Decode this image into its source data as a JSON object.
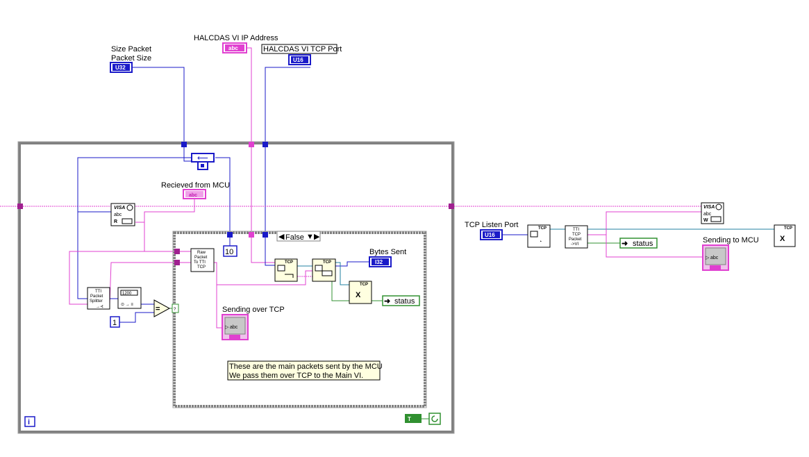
{
  "labels": {
    "size_packet": "Size Packet",
    "packet_size": "Packet Size",
    "halcdas_ip": "HALCDAS VI IP Address",
    "halcdas_port": "HALCDAS VI TCP Port",
    "recieved_from_mcu": "Recieved from MCU",
    "bytes_sent": "Bytes Sent",
    "sending_over_tcp": "Sending over TCP",
    "tcp_listen_port": "TCP Listen Port",
    "sending_to_mcu": "Sending to MCU",
    "status_inner": "status",
    "status_outer": "status"
  },
  "terminals": {
    "u32": "U32",
    "u16_port": "U16",
    "u16_listen": "U16",
    "abc": "abc",
    "i32": "I32"
  },
  "constants": {
    "ten": "10",
    "one": "1",
    "case_selector": "False",
    "loop_i": "i"
  },
  "comment": {
    "line1": "These are the main packets sent by the MCU",
    "line2": "We pass them over TCP to the Main VI."
  },
  "subvis": {
    "visa_read": {
      "top": "VISA",
      "mid": "abc",
      "bot": "R"
    },
    "visa_write": {
      "top": "VISA",
      "mid": "abc",
      "bot": "W"
    },
    "tti_splitter": {
      "l1": "TTI",
      "l2": "Packet",
      "l3": "Splitter"
    },
    "raw_packet": {
      "l1": "Raw",
      "l2": "Packet",
      "l3": "To TTI",
      "l4": "TCP"
    },
    "tti_tcp_vi": {
      "l1": "TTI",
      "l2": "TCP",
      "l3": "Packet",
      "l4": "->VI"
    },
    "tcp_open": "TCP",
    "tcp_write": "TCP",
    "tcp_close_inner": "TCP",
    "tcp_listen": "TCP",
    "tcp_close_outer": "TCP",
    "indicator_abc_inner": "abc",
    "indicator_abc_outer": "abc"
  },
  "colors": {
    "blue_wire": "#1a1ac8",
    "pink_wire": "#e040d0",
    "teal_wire": "#2080a0",
    "loop_border": "#808080"
  }
}
